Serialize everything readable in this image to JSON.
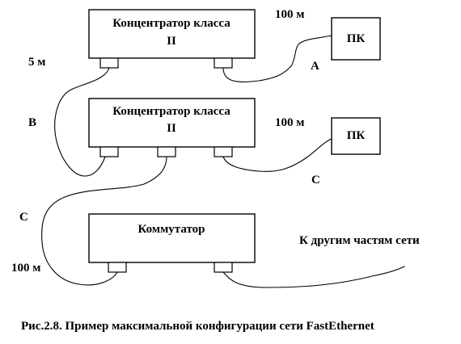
{
  "diagram": {
    "hub_top": {
      "line1": "Концентратор класса",
      "line2": "II"
    },
    "hub_middle": {
      "line1": "Концентратор класса",
      "line2": "II"
    },
    "switch": {
      "label": "Коммутатор"
    },
    "pc_top": {
      "label": "ПК"
    },
    "pc_middle": {
      "label": "ПК"
    },
    "labels": {
      "top_distance": "100 м",
      "hub_link": "5 м",
      "cable_a": "A",
      "cable_b": "B",
      "middle_distance": "100 м",
      "cable_c_right": "C",
      "cable_c_left": "C",
      "bottom_distance": "100 м",
      "other_parts": "К другим частям сети"
    }
  },
  "caption": "Рис.2.8. Пример максимальной конфигурации сети FastEthernet"
}
